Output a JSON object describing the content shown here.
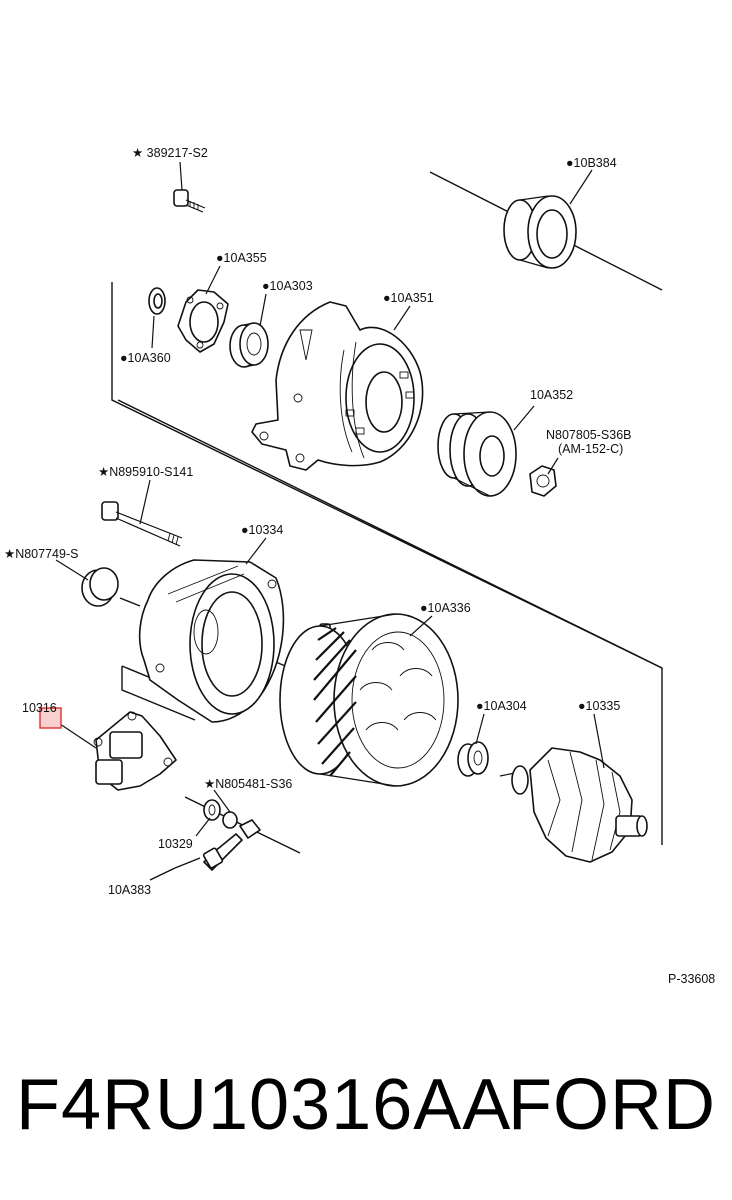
{
  "diagram": {
    "figure_code": "P-33608",
    "labels": {
      "bolt_389217": "★ 389217-S2",
      "pulley_10b384": "●10B384",
      "bracket_10a355": "●10A355",
      "bearing_10a303": "●10A303",
      "housing_10a351": "●10A351",
      "spacer_10a360": "●10A360",
      "pulley_10a352": "10A352",
      "nut_n807805": "N807805-S36B",
      "nut_n807805_alt": "(AM-152-C)",
      "bolt_n895910": "★N895910-S141",
      "housing_10334": "●10334",
      "plug_n807749": "★N807749-S",
      "stator_10a336": "●10A336",
      "regulator_10316": "10316",
      "bearing_10a304": "●10A304",
      "rotor_10335": "●10335",
      "screw_n805481": "★N805481-S36",
      "washer_10329": "10329",
      "terminal_10a383": "10A383"
    }
  },
  "caption": {
    "part_number": "F4RU10316AA",
    "brand": "FORD"
  },
  "colors": {
    "highlight_fill": "#f8c8c8",
    "highlight_stroke": "#e03030"
  }
}
